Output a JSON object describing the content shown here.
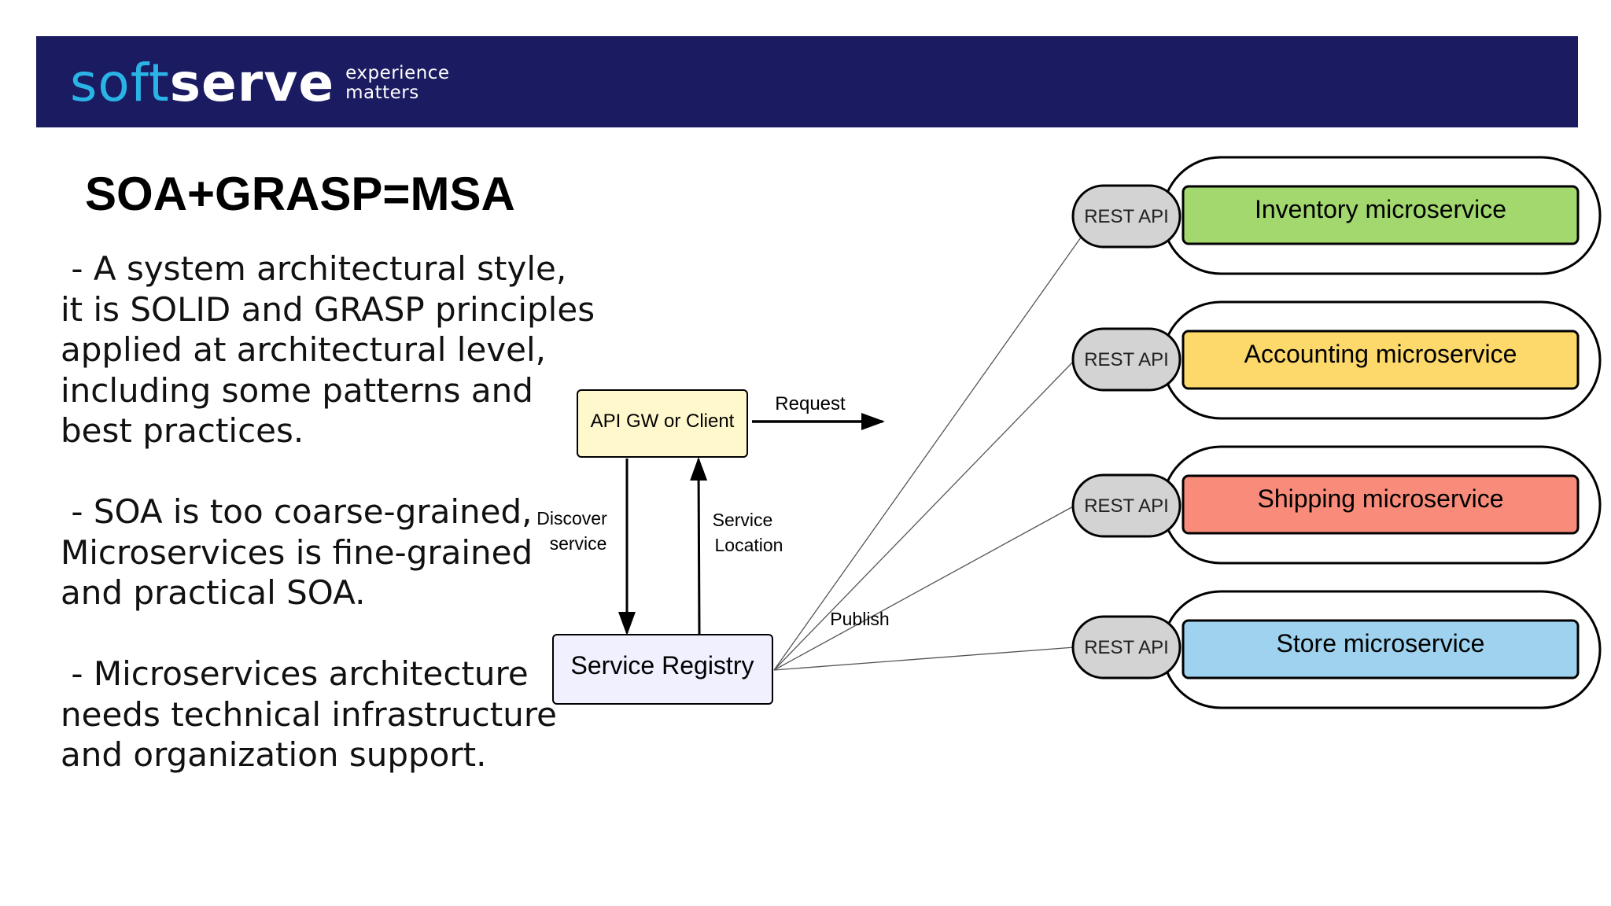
{
  "header": {
    "logo_soft": "soft",
    "logo_serve": "serve",
    "tagline_line1": "experience",
    "tagline_line2": "matters",
    "colors": {
      "background": "#1b1b62",
      "soft": "#2ab4e6",
      "serve": "#ffffff"
    }
  },
  "slide": {
    "title": "SOA+GRASP=MSA",
    "paragraphs": [
      " - A system architectural style, it is SOLID and GRASP principles applied at architectural level, including some patterns and best practices.",
      " - SOA is too coarse-grained, Microservices is fine-grained and practical SOA.",
      " - Microservices architecture needs technical infrastructure and organization support."
    ]
  },
  "diagram": {
    "client": {
      "label": "API GW or Client",
      "fill": "#fff8cc"
    },
    "registry": {
      "label": "Service Registry",
      "fill": "#f0f0ff"
    },
    "request_label": "Request",
    "discover_line1": "Discover",
    "discover_line2": "service",
    "location_line1": "Service",
    "location_line2": "Location",
    "publish_label": "Publish",
    "rest_api_label": "REST API",
    "services": [
      {
        "label": "Inventory microservice",
        "fill": "#a3d86e"
      },
      {
        "label": "Accounting microservice",
        "fill": "#fcd96a"
      },
      {
        "label": "Shipping microservice",
        "fill": "#f98b7a"
      },
      {
        "label": "Store microservice",
        "fill": "#9ed2ef"
      }
    ]
  }
}
